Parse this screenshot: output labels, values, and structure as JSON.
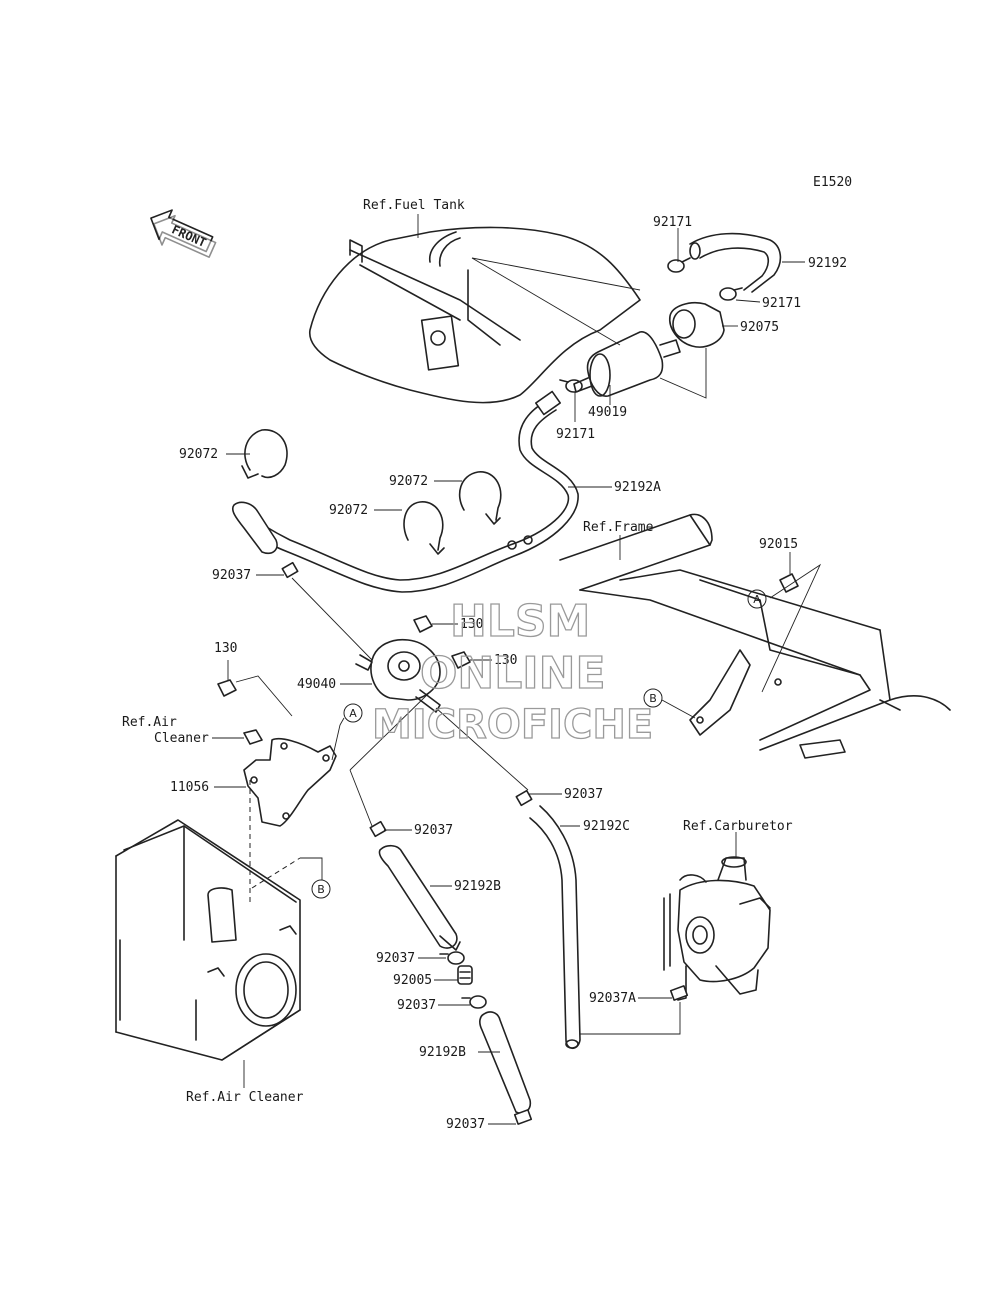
{
  "diagram_code": "E1520",
  "front_label": "FRONT",
  "references": {
    "fuel_tank": "Ref.Fuel Tank",
    "frame": "Ref.Frame",
    "air_cleaner_top_line1": "Ref.Air",
    "air_cleaner_top_line2": "Cleaner",
    "carburetor": "Ref.Carburetor",
    "air_cleaner_bottom": "Ref.Air Cleaner"
  },
  "callouts": {
    "a": "A",
    "b": "B"
  },
  "parts": [
    {
      "id": "p92171_top",
      "number": "92171"
    },
    {
      "id": "p92192",
      "number": "92192"
    },
    {
      "id": "p92171_right",
      "number": "92171"
    },
    {
      "id": "p92075",
      "number": "92075"
    },
    {
      "id": "p49019",
      "number": "49019"
    },
    {
      "id": "p92171_bottom",
      "number": "92171"
    },
    {
      "id": "p92192A",
      "number": "92192A"
    },
    {
      "id": "p92072_a",
      "number": "92072"
    },
    {
      "id": "p92072_b",
      "number": "92072"
    },
    {
      "id": "p92072_c",
      "number": "92072"
    },
    {
      "id": "p92037_a",
      "number": "92037"
    },
    {
      "id": "p92015",
      "number": "92015"
    },
    {
      "id": "p130_a",
      "number": "130"
    },
    {
      "id": "p130_b",
      "number": "130"
    },
    {
      "id": "p130_c",
      "number": "130"
    },
    {
      "id": "p49040",
      "number": "49040"
    },
    {
      "id": "p11056",
      "number": "11056"
    },
    {
      "id": "p92037_b",
      "number": "92037"
    },
    {
      "id": "p92192C",
      "number": "92192C"
    },
    {
      "id": "p92037_c",
      "number": "92037"
    },
    {
      "id": "p92192B_a",
      "number": "92192B"
    },
    {
      "id": "p92037_d",
      "number": "92037"
    },
    {
      "id": "p92005",
      "number": "92005"
    },
    {
      "id": "p92037_e",
      "number": "92037"
    },
    {
      "id": "p92037A",
      "number": "92037A"
    },
    {
      "id": "p92192B_b",
      "number": "92192B"
    },
    {
      "id": "p92037_f",
      "number": "92037"
    }
  ],
  "watermark": {
    "line1": "HLSM",
    "line2": "ONLINE",
    "line3": "MICROFICHE"
  }
}
